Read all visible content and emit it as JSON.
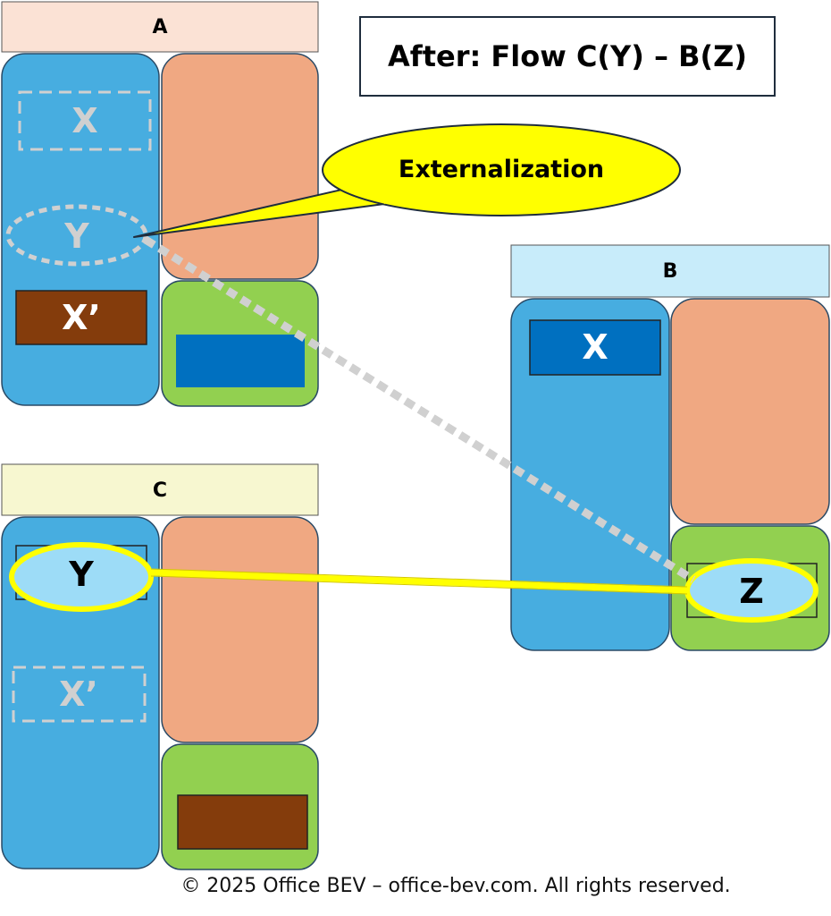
{
  "title": "After: Flow C(Y) – B(Z)",
  "callout": "Externalization",
  "footer": "© 2025 Office BEV – office-bev.com. All rights reserved.",
  "panels": {
    "a": {
      "header": "A",
      "items": {
        "x": "X",
        "y": "Y",
        "x_prime": "X’"
      }
    },
    "b": {
      "header": "B",
      "items": {
        "x": "X",
        "z": "Z"
      }
    },
    "c": {
      "header": "C",
      "items": {
        "y": "Y",
        "x_prime": "X’"
      }
    }
  },
  "colors": {
    "blue_column": "#47ade0",
    "salmon_block": "#f0a882",
    "green_block": "#92d050",
    "brown_box": "#843c0c",
    "dark_blue_box": "#0070c0",
    "header_a": "#fbe2d5",
    "header_b": "#c8ecfa",
    "header_c": "#f7f7d0",
    "highlight_yellow": "#ffff00",
    "light_blue_ellipse": "#9ddcf7",
    "dashed_grey": "#d0d0d0"
  }
}
